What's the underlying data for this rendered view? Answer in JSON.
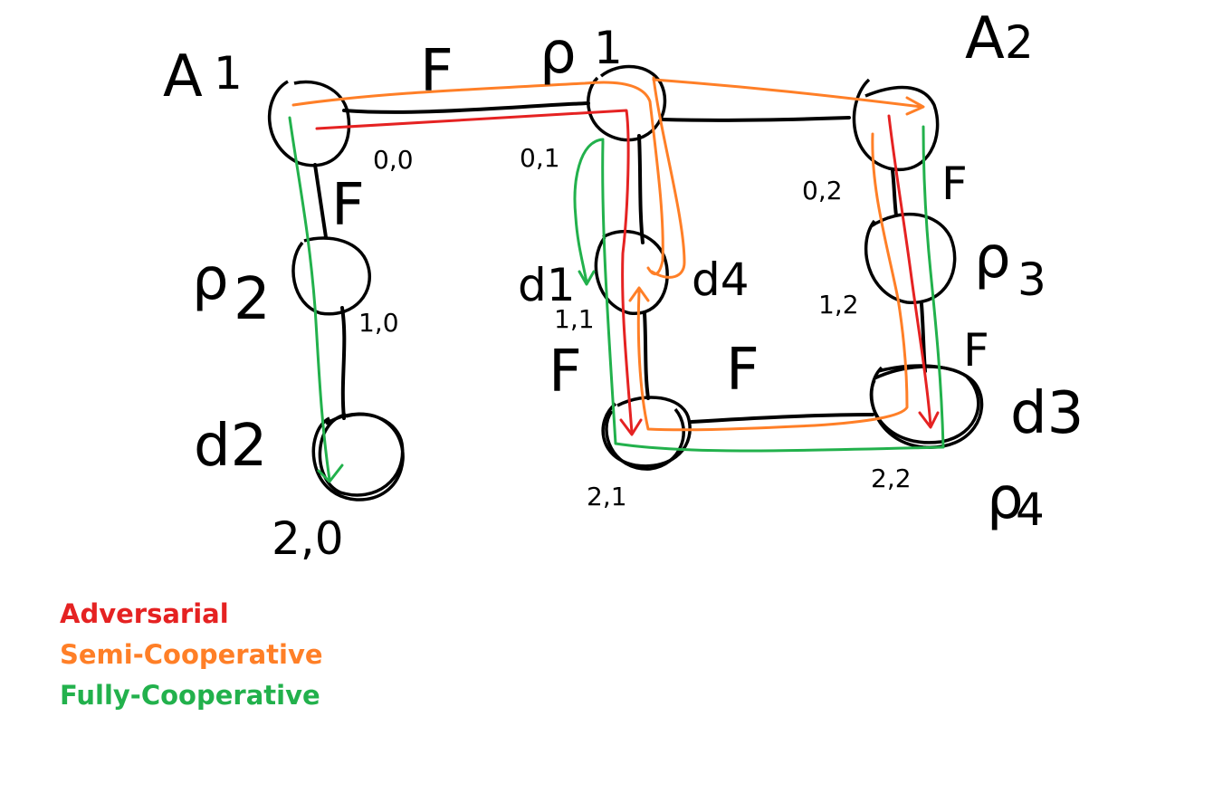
{
  "nodes": {
    "A1": {
      "symbol": "A",
      "subscript": "1",
      "coord": "0,0"
    },
    "P1": {
      "symbol": "ρ",
      "subscript": "1",
      "coord": "0,1"
    },
    "A2": {
      "symbol": "A",
      "subscript": "2",
      "coord": "0,2"
    },
    "P2": {
      "symbol": "ρ",
      "subscript": "2",
      "coord": "1,0"
    },
    "D1D4": {
      "label_left": "d1",
      "label_right": "d4",
      "coord": "1,1"
    },
    "P3": {
      "symbol": "ρ",
      "subscript": "3",
      "coord": "1,2"
    },
    "D2": {
      "label": "d2",
      "coord": "2,0"
    },
    "N21": {
      "coord": "2,1"
    },
    "D3P4": {
      "label": "d3",
      "symbol": "ρ",
      "subscript": "4",
      "coord": "2,2"
    }
  },
  "edge_labels": [
    "F",
    "F",
    "F",
    "F",
    "F",
    "F"
  ],
  "legend": [
    {
      "label": "Adversarial",
      "color": "#e52222"
    },
    {
      "label": "Semi-Cooperative",
      "color": "#ff7f27"
    },
    {
      "label": "Fully-Cooperative",
      "color": "#22b14c"
    }
  ],
  "colors": {
    "ink": "#000000",
    "adversarial": "#e52222",
    "semi_cooperative": "#ff7f27",
    "fully_cooperative": "#22b14c"
  }
}
